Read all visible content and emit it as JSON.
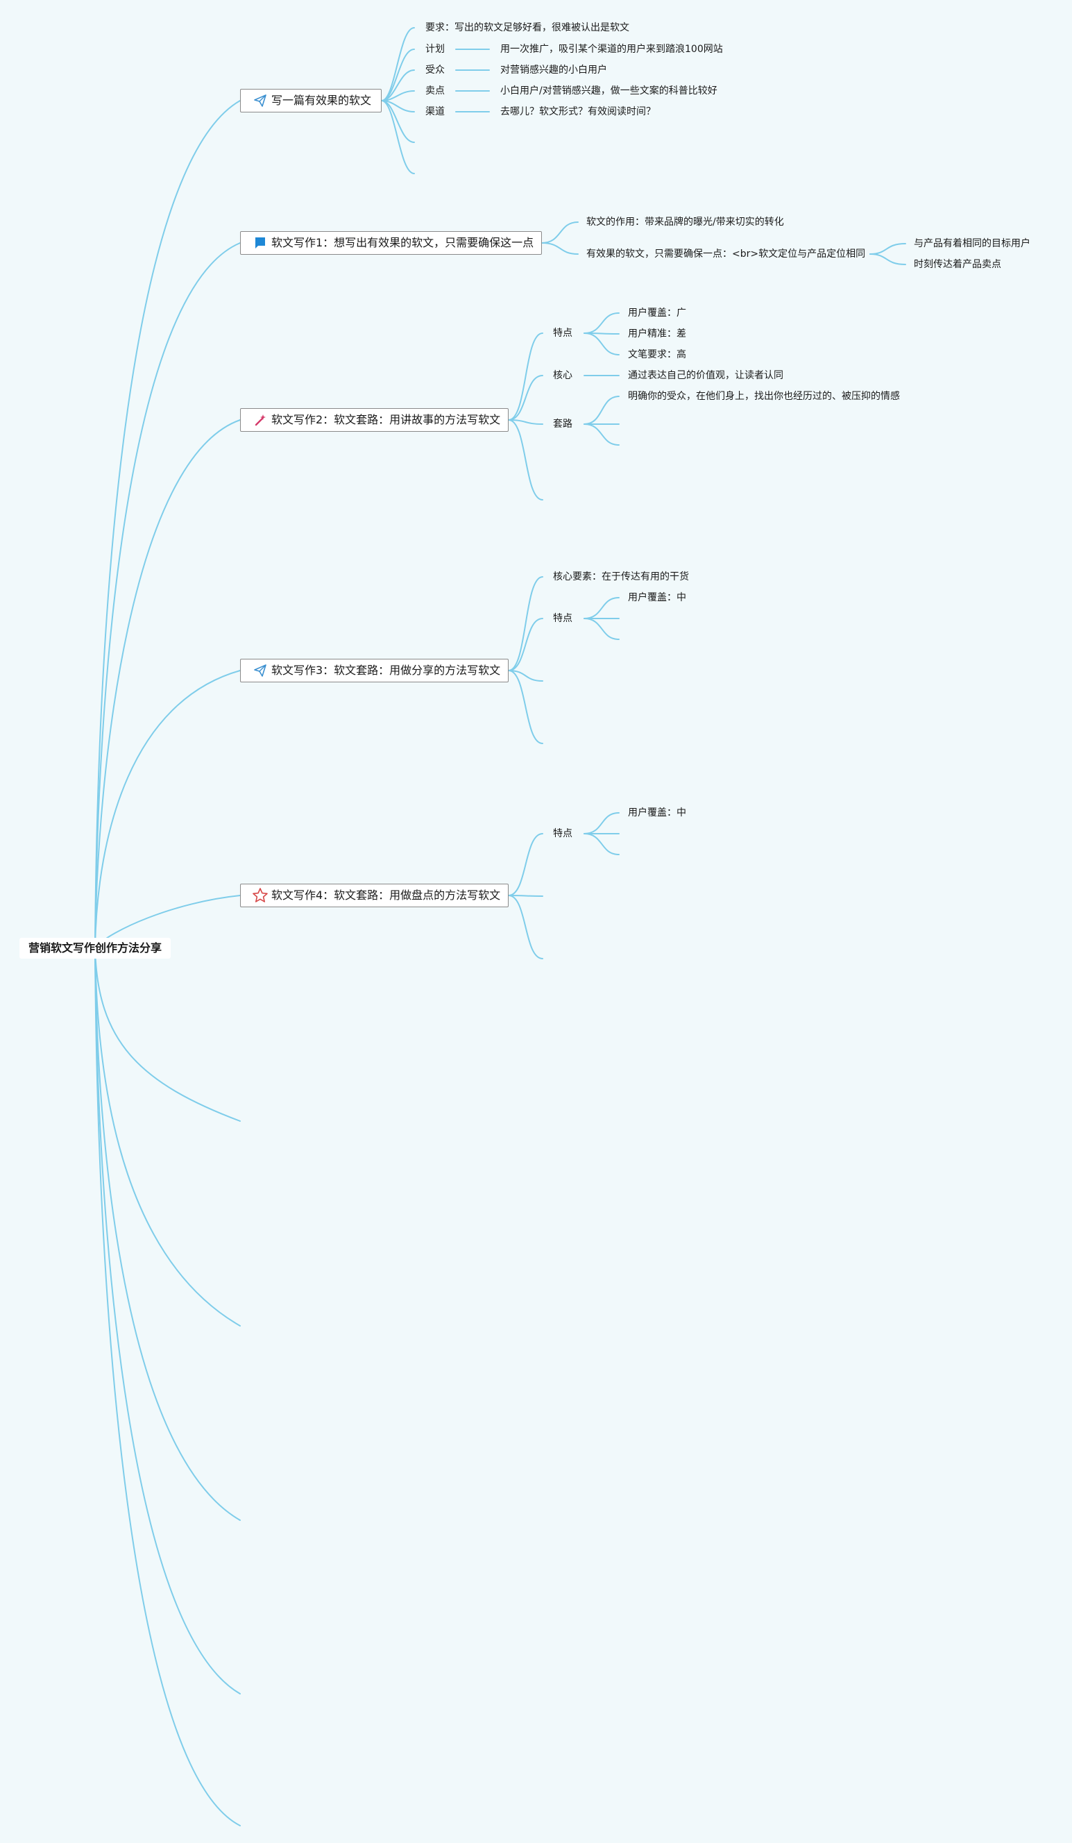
{
  "root": {
    "title": "营销软文写作创作方法分享"
  },
  "topics": [
    {
      "title": "写一篇有效果的软文",
      "icon": "paper-plane-icon"
    },
    {
      "title": "软文写作1：想写出有效果的软文，只需要确保这一点",
      "icon": "blue-flag-icon"
    },
    {
      "title": "软文写作2：软文套路：用讲故事的方法写软文",
      "icon": "magic-wand-icon"
    },
    {
      "title": "软文写作3：软文套路：用做分享的方法写软文",
      "icon": "paper-plane-icon"
    },
    {
      "title": "软文写作4：软文套路：用做盘点的方法写软文",
      "icon": "star-outline-icon"
    }
  ],
  "t1": {
    "require": "要求：写出的软文足够好看，很难被认出是软文",
    "plan": "计划",
    "plan_v": "用一次推广，吸引某个渠道的用户来到踏浪100网站",
    "audience": "受众",
    "audience_v": "对营销感兴趣的小白用户",
    "selling": "卖点",
    "selling_v": "小白用户/对营销感兴趣，做一些文案的科普比较好",
    "channel": "渠道",
    "channel_v": "去哪儿？软文形式？有效阅读时间？"
  },
  "t2": {
    "role": "软文的作用：带来品牌的曝光/带来切实的转化",
    "ensure": "有效果的软文，只需要确保一点：<br>软文定位与产品定位相同",
    "sub1": "与产品有着相同的目标用户",
    "sub2": "时刻传达着产品卖点"
  },
  "t3": {
    "feature": "特点",
    "f1": "用户覆盖：广",
    "f2": "用户精准：差",
    "f3": "文笔要求：高",
    "core": "核心",
    "core_v": "通过表达自己的价值观，让读者认同",
    "routine": "套路",
    "routine_v": "明确你的受众，在他们身上，找出你也经历过的、被压抑的情感"
  },
  "t4": {
    "core_elem": "核心要素：在于传达有用的干货",
    "feature": "特点",
    "f1": "用户覆盖：中"
  },
  "t5": {
    "feature": "特点",
    "f1": "用户覆盖：中"
  },
  "colors": {
    "line": "#7fcdea",
    "background": "#f1f9fb",
    "border": "#8a8a8a"
  }
}
